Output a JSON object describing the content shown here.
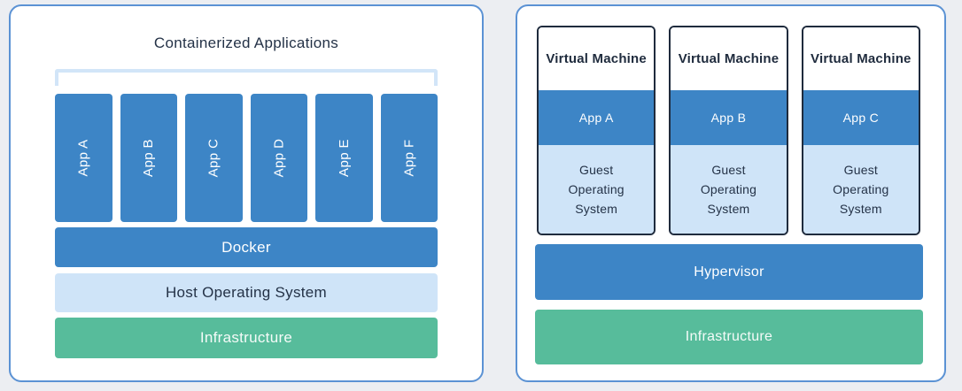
{
  "colors": {
    "background": "#eceef2",
    "panel_border": "#5b92d4",
    "blue_fill": "#3d85c6",
    "light_blue_fill": "#cfe4f8",
    "bracket_blue": "#d2e5f8",
    "green_fill": "#57bc9b",
    "dark_navy_text": "#243247",
    "vm_border": "#1f2b3d"
  },
  "left_panel": {
    "title": "Containerized Applications",
    "apps": [
      "App A",
      "App B",
      "App C",
      "App D",
      "App E",
      "App F"
    ],
    "layers": [
      {
        "label": "Docker",
        "style": "blue"
      },
      {
        "label": "Host Operating System",
        "style": "light_blue"
      },
      {
        "label": "Infrastructure",
        "style": "green"
      }
    ]
  },
  "right_panel": {
    "vms": [
      {
        "title": "Virtual Machine",
        "app": "App A",
        "os": "Guest Operating System"
      },
      {
        "title": "Virtual Machine",
        "app": "App B",
        "os": "Guest Operating System"
      },
      {
        "title": "Virtual Machine",
        "app": "App C",
        "os": "Guest Operating System"
      }
    ],
    "layers": [
      {
        "label": "Hypervisor",
        "style": "blue"
      },
      {
        "label": "Infrastructure",
        "style": "green"
      }
    ]
  }
}
